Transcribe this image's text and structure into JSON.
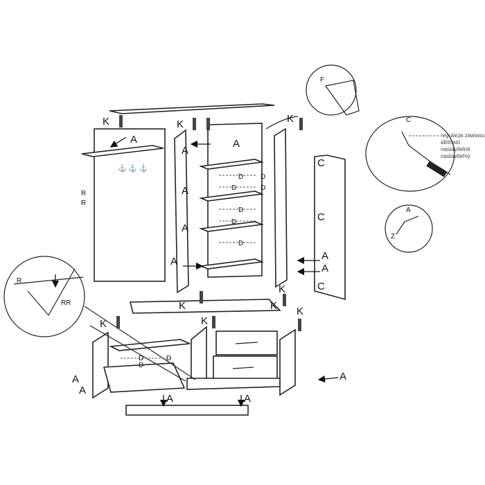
{
  "labels": {
    "K": "K",
    "A": "A",
    "D": "D",
    "C": "C",
    "R": "R",
    "RR": "RR",
    "F": "F",
    "Z": "Z"
  },
  "hinge_note": [
    "regulacja zawiasu",
    "állítható",
    "nastavitelné",
    "nastaviteľný"
  ]
}
